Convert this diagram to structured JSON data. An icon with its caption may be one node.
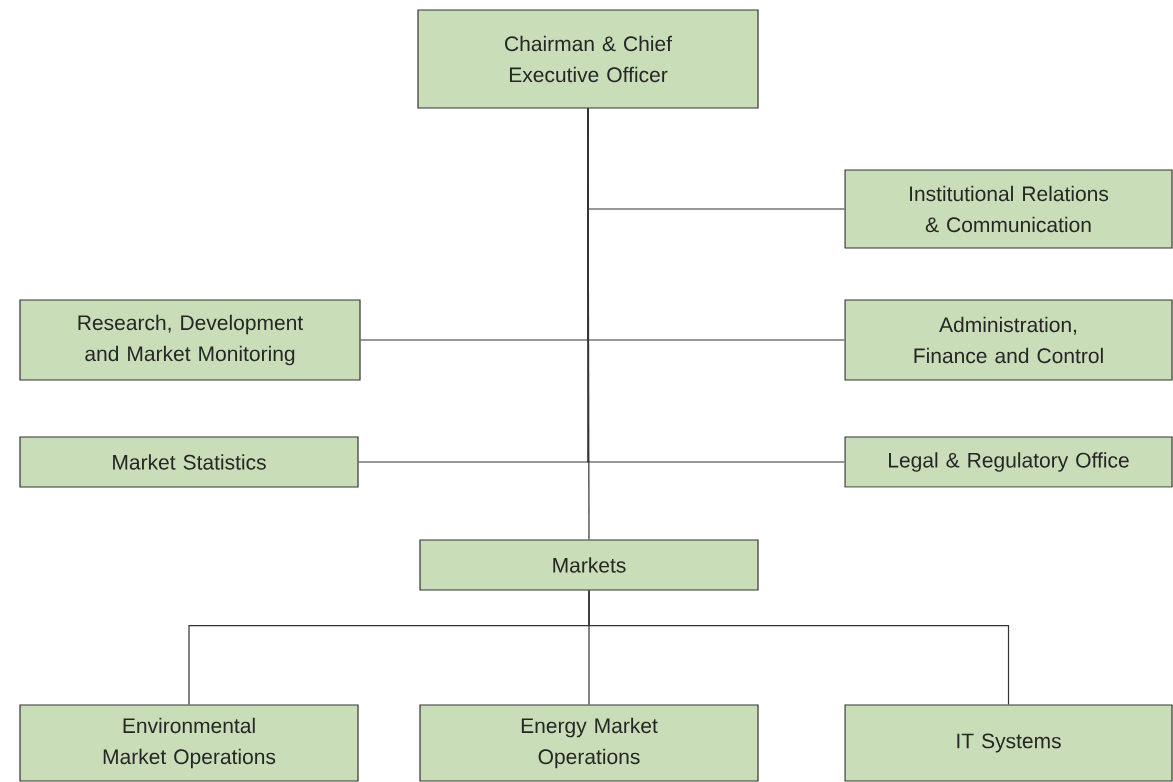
{
  "diagram": {
    "nodes": [
      {
        "text": [
          "Chairman  & Chief Executive Officer"
        ]
      },
      {
        "text": [
          "Institutional Relations & Communication"
        ]
      },
      {
        "text": [
          "Research, Development and Market Monitoring"
        ]
      },
      {
        "text": [
          "Administration, Finance and Control"
        ]
      },
      {
        "text": [
          "Market Statistics"
        ]
      },
      {
        "text": [
          "Legal & Regulatory Office"
        ]
      },
      {
        "text": [
          "Markets"
        ]
      },
      {
        "text": [
          "Environmental Market Operations"
        ]
      },
      {
        "text": [
          "Energy Market Operations"
        ]
      },
      {
        "text": [
          "IT Systems"
        ]
      }
    ],
    "edges": [
      {
        "from": 0,
        "to": 1,
        "arrow": "none"
      },
      {
        "from": 0,
        "to": 2,
        "arrow": "none"
      },
      {
        "from": 0,
        "to": 3,
        "arrow": "none"
      },
      {
        "from": 0,
        "to": 4,
        "arrow": "none"
      },
      {
        "from": 0,
        "to": 5,
        "arrow": "none"
      },
      {
        "from": 0,
        "to": 6,
        "arrow": "none"
      },
      {
        "from": 6,
        "to": 7,
        "arrow": "none"
      },
      {
        "from": 6,
        "to": 8,
        "arrow": "none"
      },
      {
        "from": 6,
        "to": 9,
        "arrow": "none"
      }
    ]
  }
}
